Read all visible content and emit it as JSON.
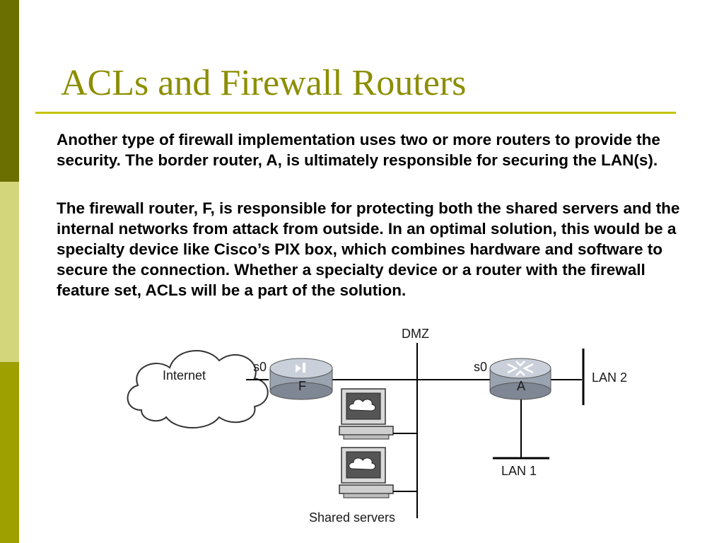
{
  "slide": {
    "title": "ACLs and Firewall Routers",
    "paragraphs": [
      "Another type of firewall implementation uses two or more routers to provide the security. The border router, A, is ultimately responsible for securing the LAN(s).",
      "The firewall router, F, is responsible for protecting both the shared servers and the internal networks from attack from outside. In an optimal solution, this would be a specialty device like Cisco’s PIX box, which combines hardware and software to secure the connection. Whether a specialty device or a router with the firewall feature set, ACLs will be a part of the solution."
    ],
    "colors": {
      "sidebar_top": "#6b6e00",
      "sidebar_middle": "#d3d67a",
      "sidebar_bottom": "#9ea000",
      "title": "#8c8e00",
      "rule": "#c4c300"
    }
  },
  "diagram": {
    "internet_label": "Internet",
    "dmz_label": "DMZ",
    "firewall_interface": "s0",
    "firewall_label": "F",
    "border_interface": "s0",
    "border_label": "A",
    "lan2_label": "LAN 2",
    "lan1_label": "LAN 1",
    "servers_label": "Shared servers",
    "icons": [
      "cloud-icon",
      "firewall-router-icon",
      "router-icon",
      "server-icon",
      "server-icon"
    ]
  }
}
